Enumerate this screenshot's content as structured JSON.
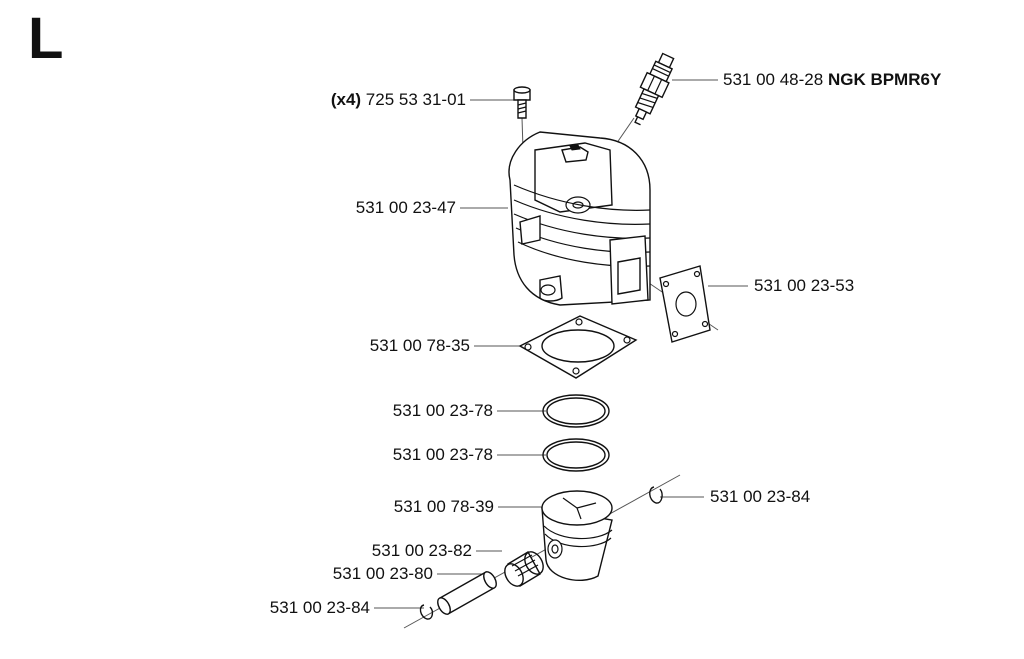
{
  "section_letter": "L",
  "callouts": [
    {
      "id": "bolt",
      "qty": "(x4)",
      "part": "725 53 31-01",
      "note": ""
    },
    {
      "id": "spark-plug",
      "qty": "",
      "part": "531 00 48-28",
      "note": "NGK BPMR6Y"
    },
    {
      "id": "cylinder",
      "qty": "",
      "part": "531 00 23-47",
      "note": ""
    },
    {
      "id": "exhaust-gasket",
      "qty": "",
      "part": "531 00 23-53",
      "note": ""
    },
    {
      "id": "cylinder-gasket",
      "qty": "",
      "part": "531 00 78-35",
      "note": ""
    },
    {
      "id": "piston-ring-1",
      "qty": "",
      "part": "531 00 23-78",
      "note": ""
    },
    {
      "id": "piston-ring-2",
      "qty": "",
      "part": "531 00 23-78",
      "note": ""
    },
    {
      "id": "piston",
      "qty": "",
      "part": "531 00 78-39",
      "note": ""
    },
    {
      "id": "circlip-right",
      "qty": "",
      "part": "531 00 23-84",
      "note": ""
    },
    {
      "id": "needle-bearing",
      "qty": "",
      "part": "531 00 23-82",
      "note": ""
    },
    {
      "id": "piston-pin",
      "qty": "",
      "part": "531 00 23-80",
      "note": ""
    },
    {
      "id": "circlip-left",
      "qty": "",
      "part": "531 00 23-84",
      "note": ""
    }
  ]
}
